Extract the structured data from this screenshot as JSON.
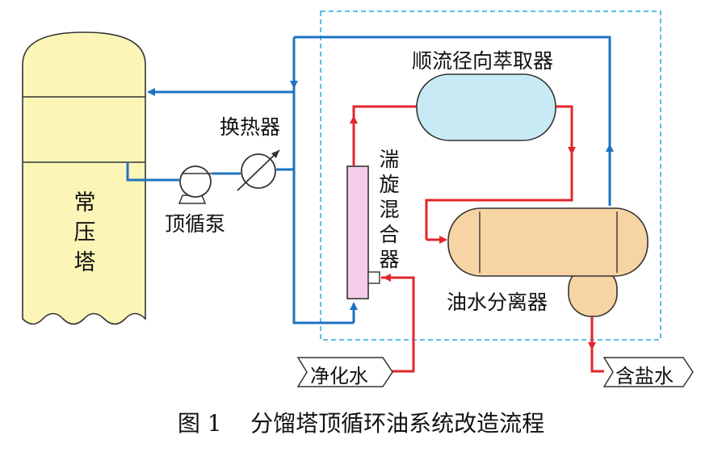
{
  "labels": {
    "tower": "常压塔",
    "exchanger": "换热器",
    "pump": "顶循泵",
    "extractor": "顺流径向萃取器",
    "mixer": "湍旋混合器",
    "separator": "油水分离器",
    "purified_water": "净化水",
    "salt_water": "含盐水"
  },
  "caption": {
    "figure": "图 1",
    "title": "分馏塔顶循环油系统改造流程"
  },
  "colors": {
    "oil_line": "#1f73c2",
    "water_line": "#e3262d",
    "tower_fill": "#fbf6b8",
    "extractor_fill": "#c8eaf4",
    "separator_fill": "#f7d4a3",
    "mixer_fill": "#f3cdea",
    "boundary": "#2aa7dc"
  }
}
